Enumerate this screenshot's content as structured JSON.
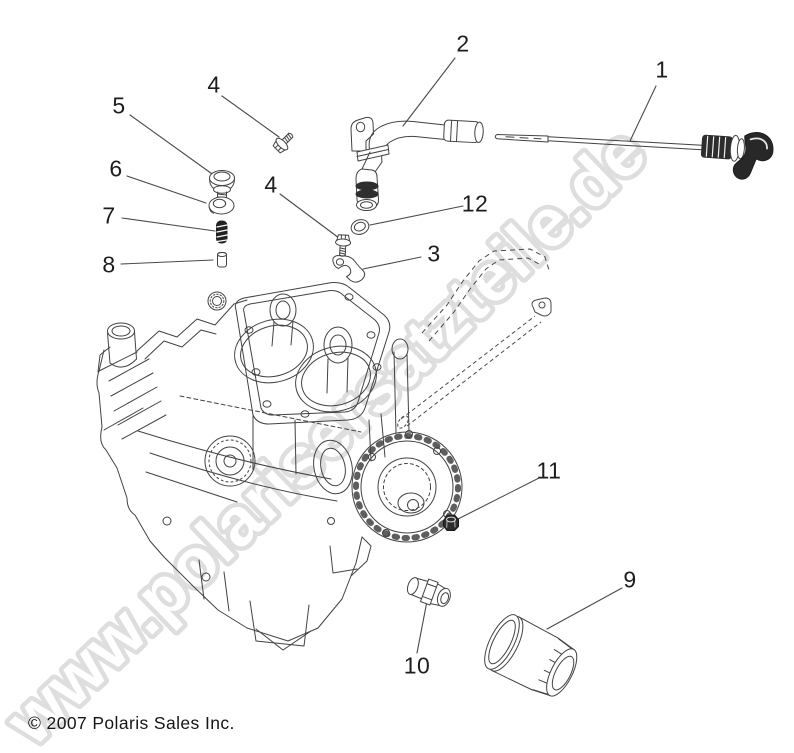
{
  "watermark": {
    "text": "www.polarisersatzteile.de",
    "color": "#dedede"
  },
  "footer": {
    "copyright": "© 2007 Polaris Sales Inc."
  },
  "diagram": {
    "type": "exploded-parts-view",
    "subject": "engine oil system - dipstick, oil fill tube, oil filter on crankcase",
    "line_color": "#424242",
    "label_color": "#1d1d1d",
    "dark_fill": "#2b2b2b",
    "callouts": [
      {
        "ref": "1",
        "part": "dipstick"
      },
      {
        "ref": "2",
        "part": "oil-fill-tube"
      },
      {
        "ref": "3",
        "part": "clamp-bracket"
      },
      {
        "ref": "4",
        "part": "flange-bolt-upper"
      },
      {
        "ref": "4",
        "part": "flange-bolt-lower"
      },
      {
        "ref": "5",
        "part": "plug-bolt"
      },
      {
        "ref": "6",
        "part": "sealing-washer"
      },
      {
        "ref": "7",
        "part": "spring"
      },
      {
        "ref": "8",
        "part": "pin"
      },
      {
        "ref": "9",
        "part": "oil-filter"
      },
      {
        "ref": "10",
        "part": "oil-fitting"
      },
      {
        "ref": "11",
        "part": "flange-nut"
      },
      {
        "ref": "12",
        "part": "o-ring"
      }
    ]
  }
}
